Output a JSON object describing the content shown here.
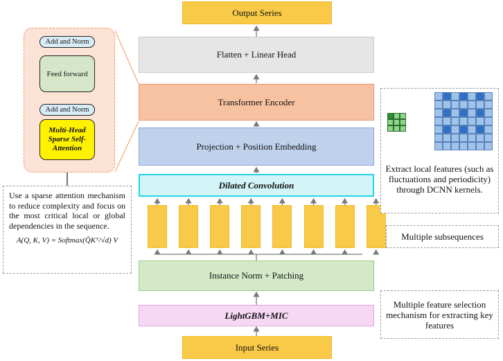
{
  "main": {
    "output_series": "Output Series",
    "flatten_head": "Flatten + Linear Head",
    "transformer_encoder": "Transformer Encoder",
    "projection_embedding": "Projection + Position Embedding",
    "dilated_convolution": "Dilated Convolution",
    "instance_norm_patching": "Instance Norm + Patching",
    "feature_selection": "LightGBM+MIC",
    "input_series": "Input Series"
  },
  "encoder_detail": {
    "add_norm_top": "Add and Norm",
    "feed_forward": "Feed forward",
    "add_norm_bottom": "Add and Norm",
    "attention": "Multi-Head Sparse Self-Attention"
  },
  "annotations": {
    "attention_note": "Use a sparse attention mechanism to reduce complexity and focus on the most critical local or global dependencies in the sequence.",
    "formula": "A(Q, K, V) = Softmax(Q̄Kᵀ/√d) V",
    "dcnn_note": "Extract local features (such as fluctuations and periodicity) through DCNN kernels.",
    "subsequences_note": "Multiple subsequences",
    "feature_selection_note": "Multiple feature selection mechanism for extracting key features"
  },
  "colors": {
    "yellow": "#f8ca47",
    "gray": "#e6e6e6",
    "orange": "#f7c2a1",
    "blue": "#bfd1eb",
    "cyan": "#1fd3e6",
    "green": "#d3e9c7",
    "pink": "#f6d8f5",
    "highlight": "#fff200",
    "grid_blue": "#9fc3ea",
    "grid_green": "#2e8b3a"
  }
}
